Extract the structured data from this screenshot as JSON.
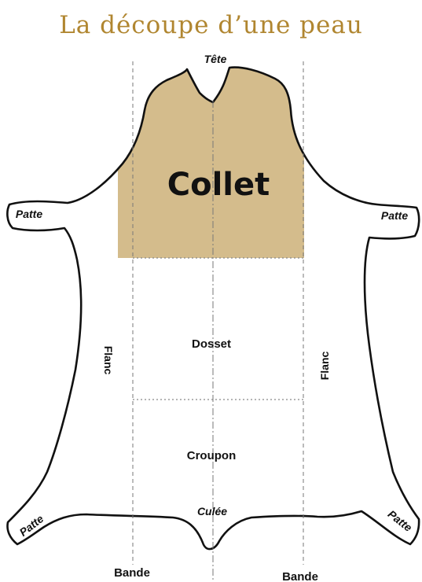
{
  "title": "La découpe d’une peau",
  "labels": {
    "tete": "Tête",
    "collet": "Collet",
    "patte_left_top": "Patte",
    "patte_right_top": "Patte",
    "flanc_left": "Flanc",
    "flanc_right": "Flanc",
    "dosset": "Dosset",
    "croupon": "Croupon",
    "culee": "Culée",
    "patte_left_bottom": "Patte",
    "patte_right_bottom": "Patte",
    "bande_left": "Bande",
    "bande_right": "Bande"
  },
  "colors": {
    "title": "#b08630",
    "collet_fill": "#d4bc8c",
    "outline": "#111111",
    "guides": "#777777"
  }
}
